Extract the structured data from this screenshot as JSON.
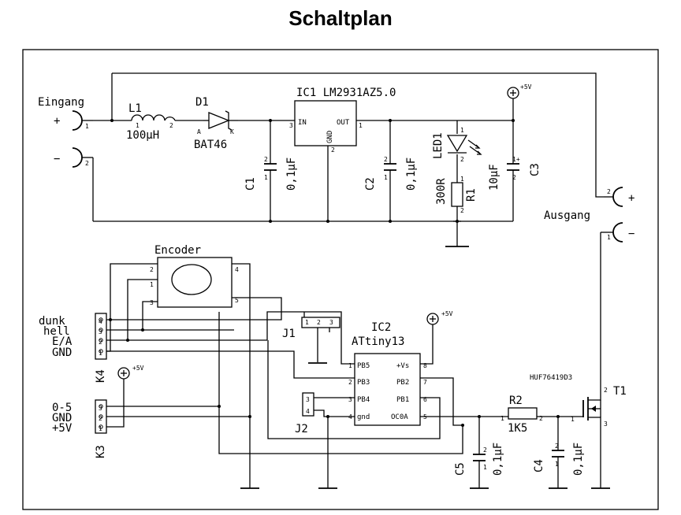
{
  "title": "Schaltplan",
  "labels": {
    "eingang": "Eingang",
    "ausgang": "Ausgang",
    "plus": "+",
    "minus": "−",
    "plus5v": "+5V",
    "l1": "L1",
    "l1_value": "100µH",
    "d1": "D1",
    "d1_value": "BAT46",
    "d1_a": "A",
    "d1_k": "K",
    "ic1": "IC1 LM2931AZ5.0",
    "ic1_in": "IN",
    "ic1_out": "OUT",
    "ic1_gnd": "GND",
    "c1": "C1",
    "c1_value": "0,1µF",
    "c2": "C2",
    "c2_value": "0,1µF",
    "led1": "LED1",
    "r1": "R1",
    "r1_value": "300R",
    "c3": "C3",
    "c3_value": "10µF",
    "encoder": "Encoder",
    "j1": "J1",
    "ic2": "IC2",
    "ic2_part": "ATtiny13",
    "pb5": "PB5",
    "pb3": "PB3",
    "pb4": "PB4",
    "gnd_pin": "gnd",
    "vs": "+Vs",
    "pb2": "PB2",
    "pb1": "PB1",
    "oc0a": "OC0A",
    "j2": "J2",
    "k4": "K4",
    "k4_pins": [
      "dunk",
      "hell",
      "E/A",
      "GND"
    ],
    "k3": "K3",
    "k3_pins": [
      "0-5",
      "GND",
      "+5V"
    ],
    "r2": "R2",
    "r2_value": "1K5",
    "c5": "C5",
    "c5_value": "0,1µF",
    "c4": "C4",
    "c4_value": "0,1µF",
    "t1": "T1",
    "t1_part": "HUF76419D3"
  }
}
